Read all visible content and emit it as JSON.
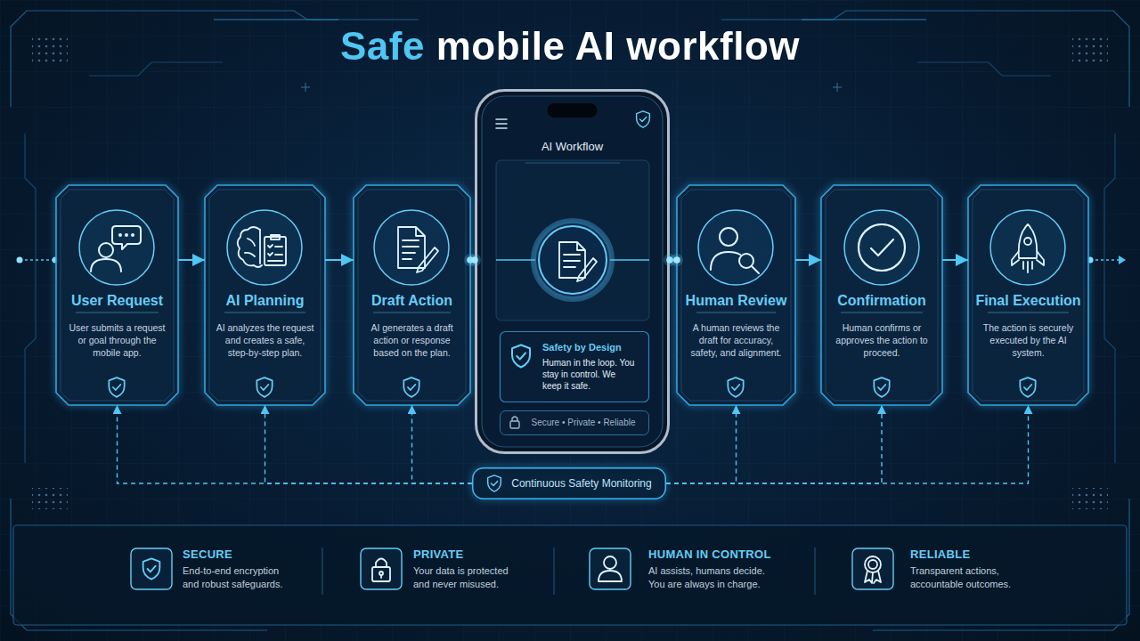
{
  "diagram": {
    "title": "Safe mobile AI workflow",
    "nodes": [
      {
        "text": [
          "User Request",
          "User submits a request or goal through the mobile app."
        ]
      },
      {
        "text": [
          "AI Planning",
          "AI analyzes the request and creates a safe, step-by-step plan."
        ]
      },
      {
        "text": [
          "Draft Action",
          "AI generates a draft action or response based on the plan."
        ]
      },
      {
        "text": [
          "AI Workflow"
        ]
      },
      {
        "text": [
          "Safety by Design",
          "Human in the loop. You stay in control. We keep it safe."
        ],
        "in": 3
      },
      {
        "text": [
          "Secure • Private • Reliable"
        ],
        "in": 3
      },
      {
        "text": [
          "Human Review",
          "A human reviews the draft for accuracy, safety, and alignment."
        ]
      },
      {
        "text": [
          "Confirmation",
          "Human confirms or approves the action to proceed."
        ]
      },
      {
        "text": [
          "Final Execution",
          "The action is securely executed by the AI system."
        ]
      },
      {
        "text": [
          "Continuous Safety Monitoring"
        ]
      },
      {
        "text": [
          "SECURE",
          "End-to-end encryption and robust safeguards."
        ]
      },
      {
        "text": [
          "PRIVATE",
          "Your data is protected and never misused."
        ]
      },
      {
        "text": [
          "HUMAN IN CONTROL",
          "AI assists, humans decide. You are always in charge."
        ]
      },
      {
        "text": [
          "RELIABLE",
          "Transparent actions, accountable outcomes."
        ]
      }
    ],
    "edges": [
      {
        "from": 0,
        "to": 1,
        "arrow": "to"
      },
      {
        "from": 1,
        "to": 2,
        "arrow": "to"
      },
      {
        "from": 2,
        "to": 3,
        "arrow": "none"
      },
      {
        "from": 3,
        "to": 6,
        "arrow": "none"
      },
      {
        "from": 6,
        "to": 7,
        "arrow": "to"
      },
      {
        "from": 7,
        "to": 8,
        "arrow": "to"
      },
      {
        "from": 9,
        "to": 0,
        "arrow": "to"
      },
      {
        "from": 9,
        "to": 1,
        "arrow": "to"
      },
      {
        "from": 9,
        "to": 2,
        "arrow": "to"
      },
      {
        "from": 9,
        "to": 6,
        "arrow": "to"
      },
      {
        "from": 9,
        "to": 7,
        "arrow": "to"
      },
      {
        "from": 9,
        "to": 8,
        "arrow": "to"
      }
    ]
  }
}
